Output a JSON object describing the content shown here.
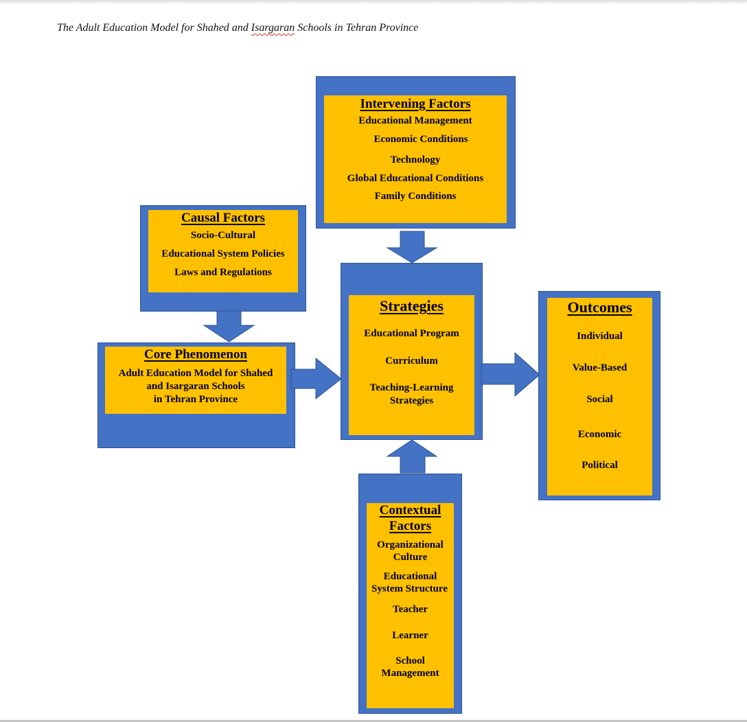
{
  "document": {
    "title_before": "The Adult Education Model for Shahed and ",
    "title_misspelled": "Isargaran",
    "title_after": " Schools in Tehran Province"
  },
  "colors": {
    "box_outer": "#4472c4",
    "box_border": "#2f528f",
    "box_inner": "#ffc000",
    "text": "#000000"
  },
  "diagram": {
    "intervening": {
      "heading": "Intervening Factors",
      "items": [
        "Educational Management",
        "Economic Conditions",
        "Technology",
        "Global Educational Conditions",
        "Family Conditions"
      ]
    },
    "causal": {
      "heading": "Causal Factors",
      "items": [
        "Socio-Cultural",
        "Educational System Policies",
        "Laws and Regulations"
      ]
    },
    "core": {
      "heading": "Core Phenomenon",
      "items": [
        "Adult Education Model for Shahed",
        "and Isargaran Schools",
        "in Tehran Province"
      ]
    },
    "strategies": {
      "heading": "Strategies",
      "items": [
        "Educational Program",
        "Curriculum",
        "Teaching-Learning",
        "Strategies"
      ]
    },
    "outcomes": {
      "heading": "Outcomes",
      "items": [
        "Individual",
        "Value-Based",
        "Social",
        "Economic",
        "Political"
      ]
    },
    "contextual": {
      "heading_line1": "Contextual",
      "heading_line2": "Factors",
      "items": [
        "Organizational",
        "Culture",
        "Educational",
        "System Structure",
        "Teacher",
        "Learner",
        "School",
        "Management"
      ]
    },
    "arrows": [
      {
        "from": "causal",
        "to": "core",
        "direction": "down"
      },
      {
        "from": "intervening",
        "to": "strategies",
        "direction": "down"
      },
      {
        "from": "core",
        "to": "strategies",
        "direction": "right"
      },
      {
        "from": "strategies",
        "to": "outcomes",
        "direction": "right"
      },
      {
        "from": "contextual",
        "to": "strategies",
        "direction": "up"
      }
    ]
  }
}
